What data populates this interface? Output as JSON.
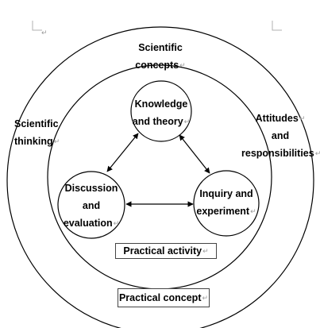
{
  "outer_ring": {
    "top_label": [
      "Scientific",
      "concepts"
    ],
    "left_label": [
      "Scientific",
      "thinking"
    ],
    "right_label": [
      "Attitudes",
      "and",
      "responsibilities"
    ],
    "bottom_box": "Practical concept"
  },
  "inner_ring": {
    "bottom_box": "Practical activity"
  },
  "nodes": {
    "top": [
      "Knowledge",
      "and theory"
    ],
    "left": [
      "Discussion",
      "and",
      "evaluation"
    ],
    "right": [
      "Inquiry and",
      "experiment"
    ]
  },
  "paragraph_mark": "↵",
  "colors": {
    "stroke": "#000000",
    "paragraph_mark": "#9a9a9a",
    "corner_mark": "#b0b0b0"
  }
}
